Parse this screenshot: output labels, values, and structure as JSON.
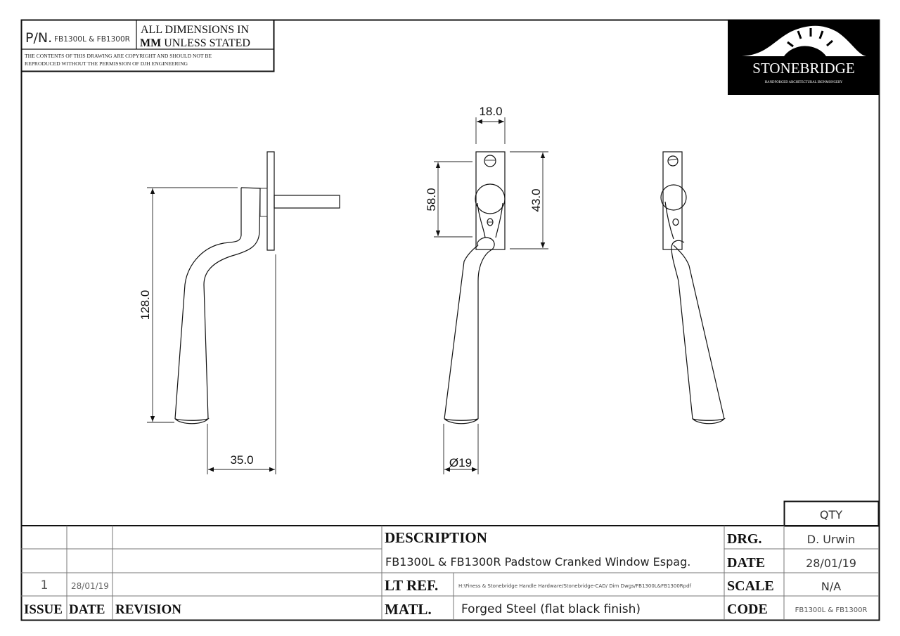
{
  "header": {
    "pn_prefix": "P/N.",
    "pn_value": "FB1300L & FB1300R",
    "dims_line1": "ALL DIMENSIONS IN",
    "dims_mm": "MM",
    "dims_line2_rest": " UNLESS STATED",
    "copyright_line1": "THE CONTENTS OF THIS DRAWING ARE COPYRIGHT AND  SHOULD  NOT BE",
    "copyright_line2": "REPRODUCED WITHOUT THE PERMISSION OF DJH ENGINEERING"
  },
  "logo": {
    "name": "STONEBRIDGE",
    "tagline": "HANDFORGED ARCHITECTURAL IRONMONGERY"
  },
  "dimensions": {
    "side_height": "128.0",
    "side_projection": "35.0",
    "front_width": "18.0",
    "front_58": "58.0",
    "front_43": "43.0",
    "front_diameter": "Ø19"
  },
  "revisions": {
    "rows": [
      {
        "issue": "",
        "date": "",
        "revision": ""
      },
      {
        "issue": "",
        "date": "",
        "revision": ""
      },
      {
        "issue": "1",
        "date": "28/01/19",
        "revision": ""
      }
    ],
    "headers": {
      "issue": "ISSUE",
      "date": "DATE",
      "revision": "REVISION"
    }
  },
  "title_block": {
    "description_label": "DESCRIPTION",
    "description_value": "FB1300L & FB1300R Padstow Cranked Window Espag.",
    "lt_ref_label": "LT REF.",
    "lt_ref_value": "H:\\Finess & Stonebridge Handle Hardware/Stonebridge-CAD/ Dim Dwgs/FB1300L&FB1300Rpdf",
    "matl_label": "MATL.",
    "matl_value": "Forged Steel (flat black finish)",
    "qty_label": "QTY",
    "drg_label": "DRG.",
    "drg_value": "D. Urwin",
    "date_label": "DATE",
    "date_value": "28/01/19",
    "scale_label": "SCALE",
    "scale_value": "N/A",
    "code_label": "CODE",
    "code_value": "FB1300L & FB1300R"
  }
}
